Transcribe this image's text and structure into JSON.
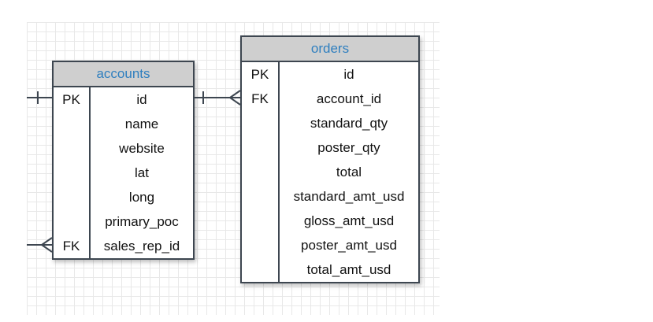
{
  "accounts": {
    "title": "accounts",
    "rows": [
      {
        "key": "PK",
        "field": "id"
      },
      {
        "key": "",
        "field": "name"
      },
      {
        "key": "",
        "field": "website"
      },
      {
        "key": "",
        "field": "lat"
      },
      {
        "key": "",
        "field": "long"
      },
      {
        "key": "",
        "field": "primary_poc"
      },
      {
        "key": "FK",
        "field": "sales_rep_id"
      }
    ]
  },
  "orders": {
    "title": "orders",
    "rows": [
      {
        "key": "PK",
        "field": "id"
      },
      {
        "key": "FK",
        "field": "account_id"
      },
      {
        "key": "",
        "field": "standard_qty"
      },
      {
        "key": "",
        "field": "poster_qty"
      },
      {
        "key": "",
        "field": "total"
      },
      {
        "key": "",
        "field": "standard_amt_usd"
      },
      {
        "key": "",
        "field": "gloss_amt_usd"
      },
      {
        "key": "",
        "field": "poster_amt_usd"
      },
      {
        "key": "",
        "field": "total_amt_usd"
      }
    ]
  },
  "colors": {
    "header_bg": "#cfcfcf",
    "header_text": "#2f7fbf",
    "border": "#3d4650",
    "grid": "#e8e8e8"
  },
  "relationships": [
    {
      "from": "accounts.id",
      "to": "orders.account_id",
      "type": "one-to-many"
    },
    {
      "from": "external",
      "to": "accounts.id",
      "type": "one"
    },
    {
      "from": "external",
      "to": "accounts.sales_rep_id",
      "type": "many"
    }
  ]
}
